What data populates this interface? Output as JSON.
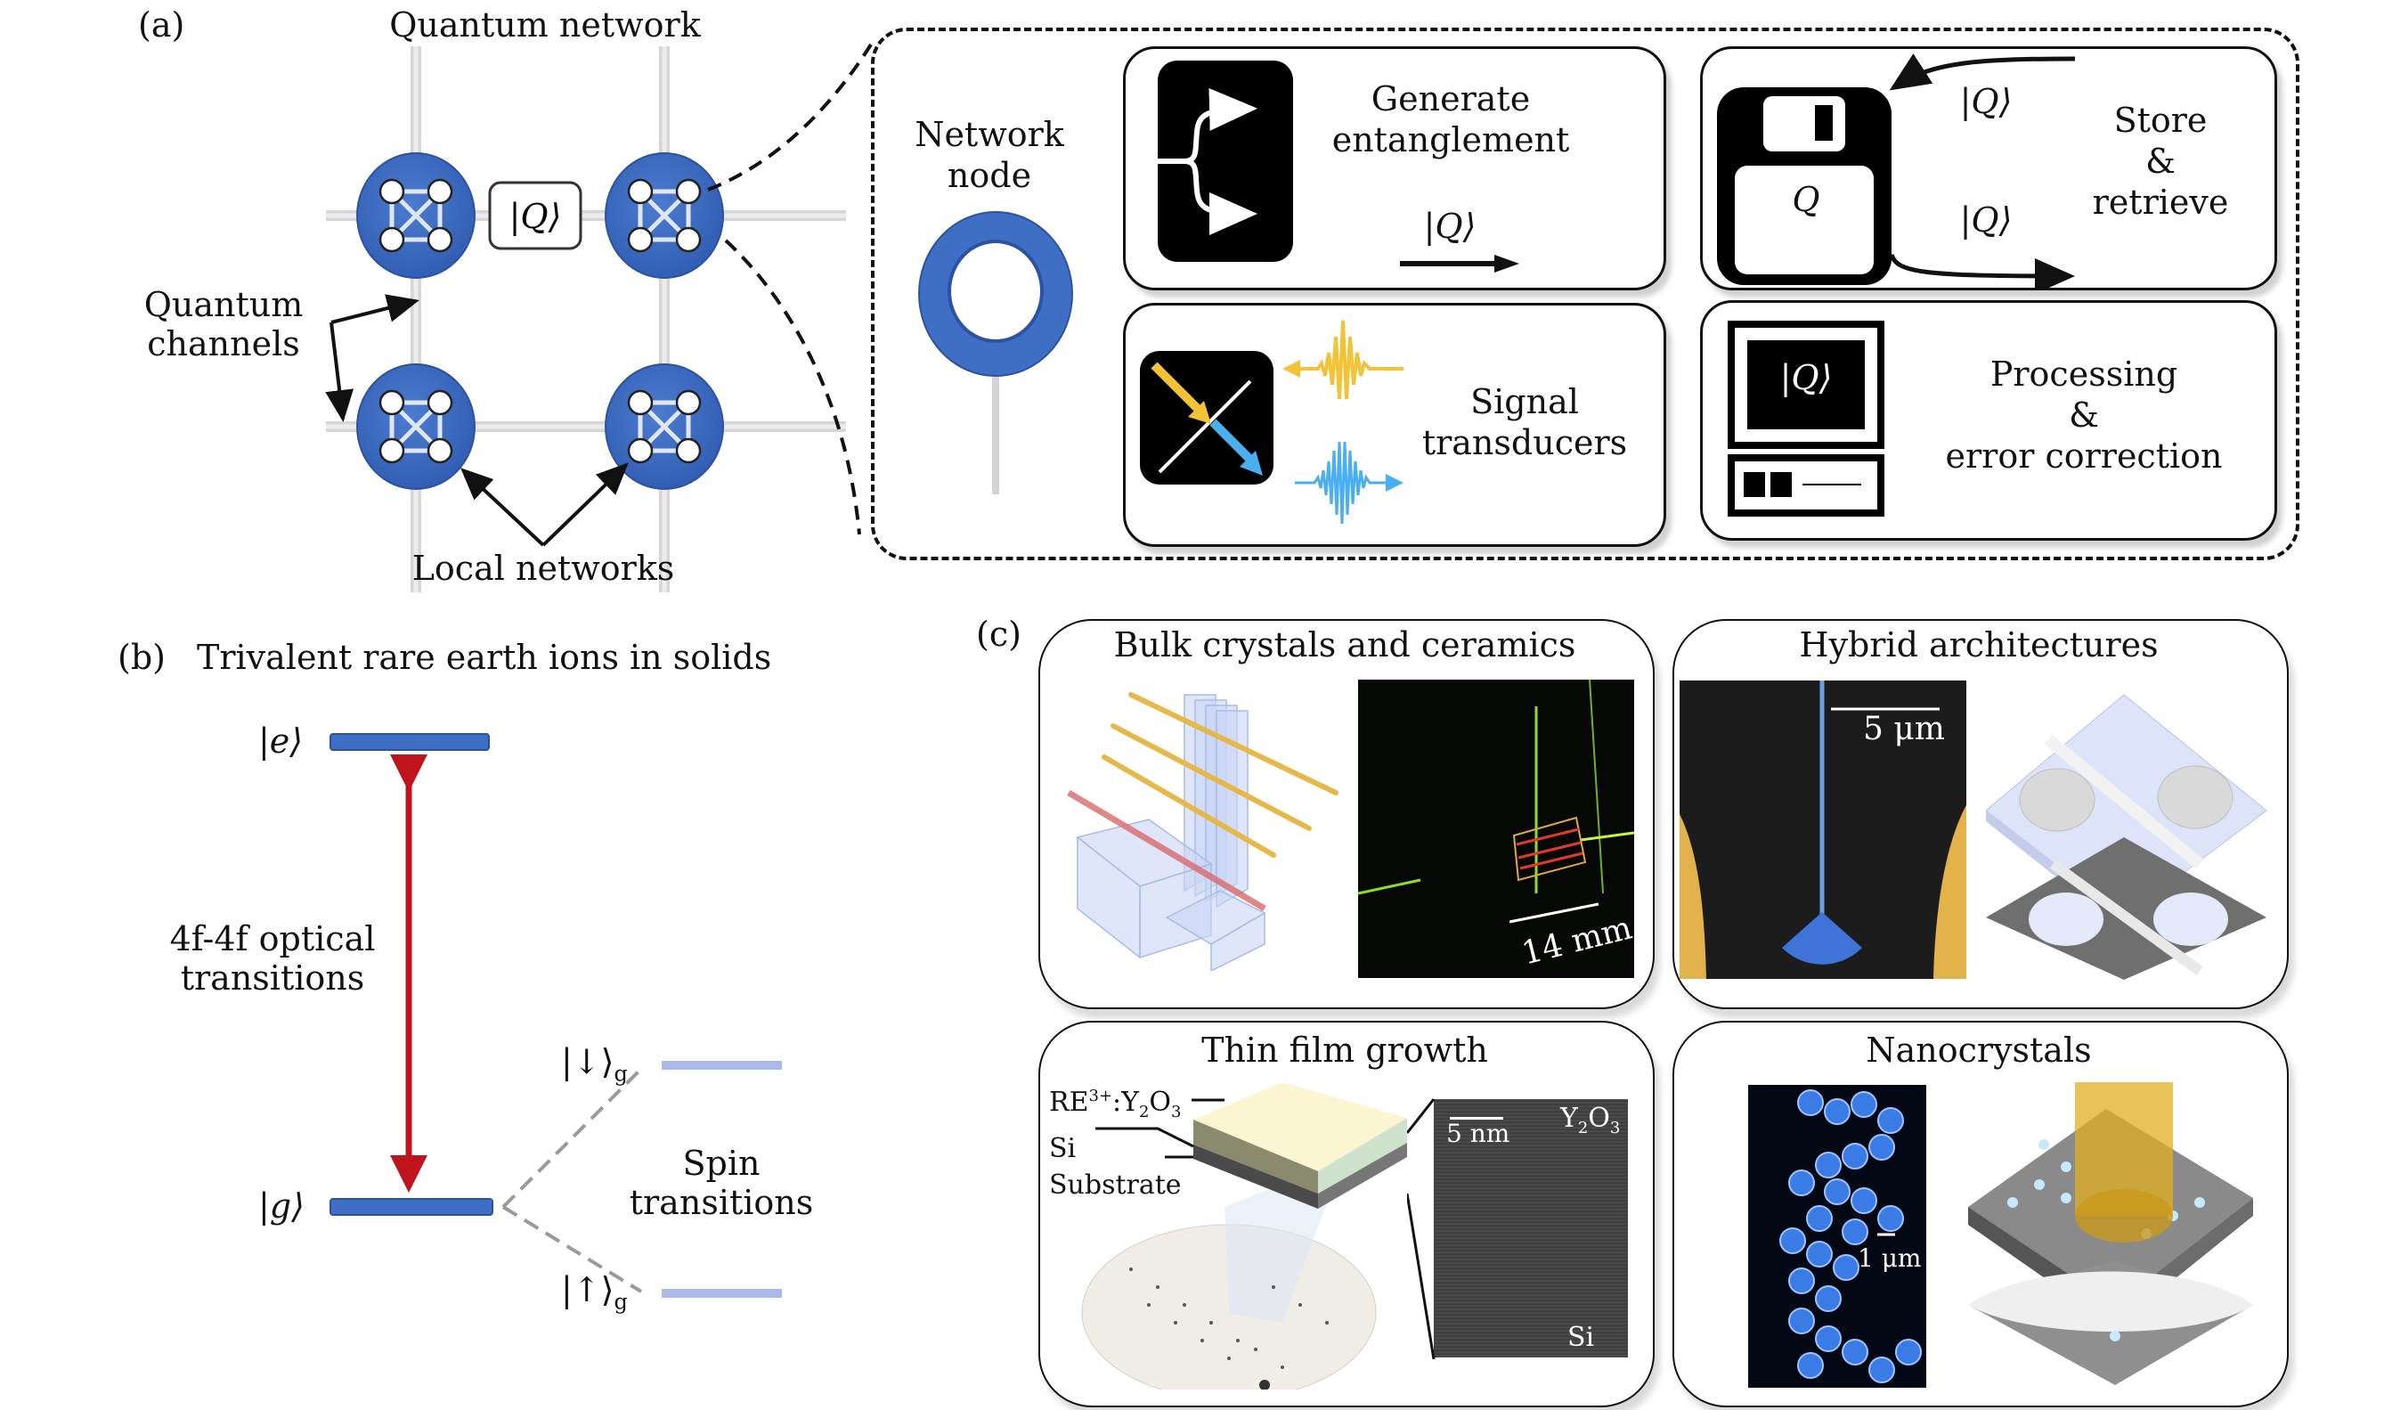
{
  "panel_a": {
    "label": "(a)",
    "title": "Quantum network",
    "qstate_box": "|Q⟩",
    "quantum_channels": [
      "Quantum",
      "channels"
    ],
    "local_networks": "Local networks",
    "network_node": [
      "Network",
      "node"
    ],
    "functions": {
      "generate": {
        "title": [
          "Generate",
          "entanglement"
        ],
        "state": "|Q⟩",
        "icon": "entanglement-split-icon"
      },
      "transducers": {
        "title": [
          "Signal",
          "transducers"
        ],
        "icon": "beam-splitter-icon"
      },
      "store": {
        "title": [
          "Store",
          "&",
          "retrieve"
        ],
        "state_in": "|Q⟩",
        "state_out": "|Q⟩",
        "disk_label": "Q",
        "icon": "floppy-disk-icon"
      },
      "processing": {
        "title": [
          "Processing",
          "&",
          "error correction"
        ],
        "screen_state": "|Q⟩",
        "icon": "computer-icon"
      }
    },
    "colors": {
      "node_blue": "#3f6fc4",
      "grid_gray": "#d4d4d4",
      "yellow_wave": "#f2c237",
      "blue_wave": "#4aaef0"
    }
  },
  "panel_b": {
    "label": "(b)",
    "title": "Trivalent rare earth ions in solids",
    "excited_state": "|e⟩",
    "ground_state": "|g⟩",
    "optical_label": [
      "4f-4f optical",
      "transitions"
    ],
    "spin_down": "|↓⟩",
    "spin_up": "|↑⟩",
    "spin_subscript": "g",
    "spin_label": [
      "Spin",
      "transitions"
    ],
    "colors": {
      "level_blue": "#3f6fc4",
      "spin_level": "#a9b9ec",
      "arrow_red": "#c0141c",
      "dash_gray": "#9a9a9a"
    }
  },
  "panel_c": {
    "label": "(c)",
    "boxes": [
      {
        "title": "Bulk crystals and ceramics",
        "scale_bar": "14 mm"
      },
      {
        "title": "Hybrid architectures",
        "scale_bar": "5 μm"
      },
      {
        "title": "Thin film growth",
        "layers": [
          "RE",
          "3+",
          ":Y",
          "2",
          "O",
          "3"
        ],
        "layer_si": "Si",
        "layer_substrate": "Substrate",
        "scale_bar": "5 nm",
        "tem_top": [
          "Y",
          "2",
          "O",
          "3"
        ],
        "tem_bottom": "Si"
      },
      {
        "title": "Nanocrystals",
        "scale_bar": "1 μm"
      }
    ]
  }
}
